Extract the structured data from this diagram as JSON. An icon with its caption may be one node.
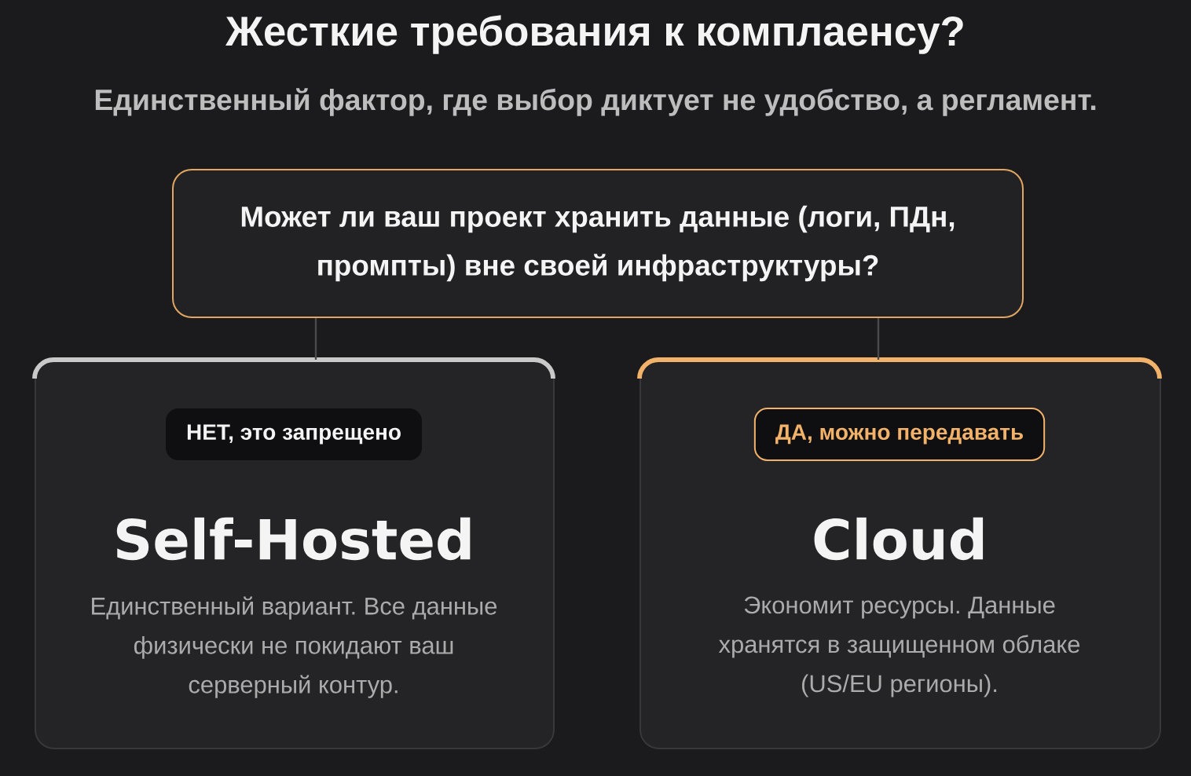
{
  "diagram": {
    "title": "Жесткие требования к комплаенсу?",
    "nodes": [
      {
        "text": [
          "Может ли ваш проект хранить данные (логи, ПДн, промпты) вне своей инфраструктуры?"
        ]
      },
      {
        "text": [
          "Self-Hosted",
          "Единственный вариант. Все данные физически не покидают ваш серверный контур."
        ]
      },
      {
        "text": [
          "НЕТ, это запрещено"
        ],
        "in": 1
      },
      {
        "text": [
          "Cloud",
          "Экономит ресурсы. Данные хранятся в защищенном облаке (US/EU регионы)."
        ]
      },
      {
        "text": [
          "ДА, можно передавать"
        ],
        "in": 3
      }
    ],
    "edges": [
      {
        "from": 0,
        "to": 1,
        "arrow": "none"
      },
      {
        "from": 0,
        "to": 3,
        "arrow": "none"
      }
    ],
    "labels": [
      "Единственный фактор, где выбор диктует не удобство, а регламент."
    ]
  }
}
